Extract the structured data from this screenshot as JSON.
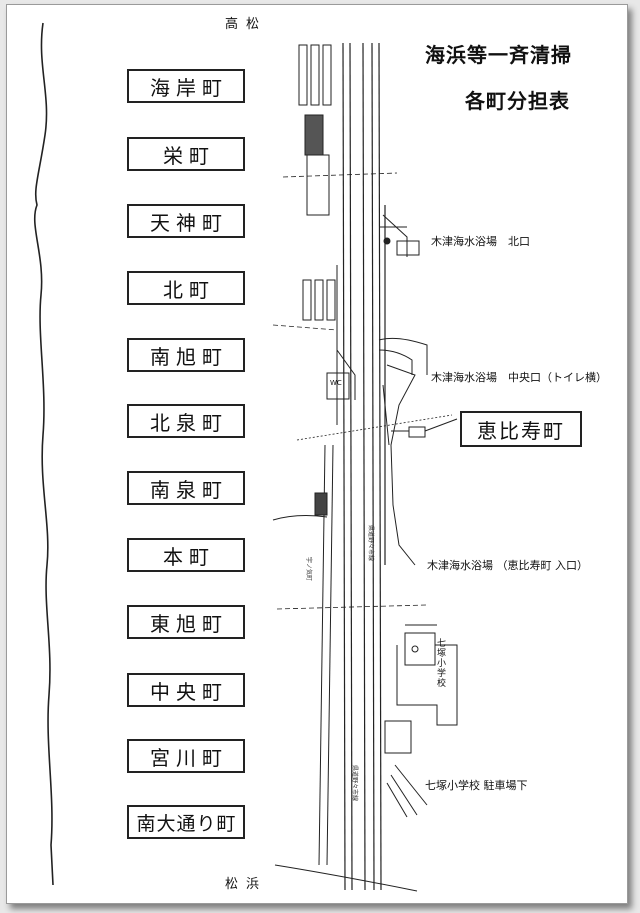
{
  "title_line1": "海浜等一斉清掃",
  "title_line2": "各町分担表",
  "place_north": "高松",
  "place_south": "松浜",
  "towns": [
    "海岸町",
    "栄町",
    "天神町",
    "北町",
    "南旭町",
    "北泉町",
    "南泉町",
    "本町",
    "東旭町",
    "中央町",
    "宮川町",
    "南大通り町"
  ],
  "ebisu_town": "恵比寿町",
  "labels": {
    "north_entrance": "木津海水浴場　北口",
    "central_entrance": "木津海水浴場　中央口（トイレ横）",
    "ebisu_entrance": "木津海水浴場 （恵比寿町 入口）",
    "school_parking": "七塚小学校 駐車場下",
    "school": "七塚小学校",
    "wc": "WC"
  }
}
